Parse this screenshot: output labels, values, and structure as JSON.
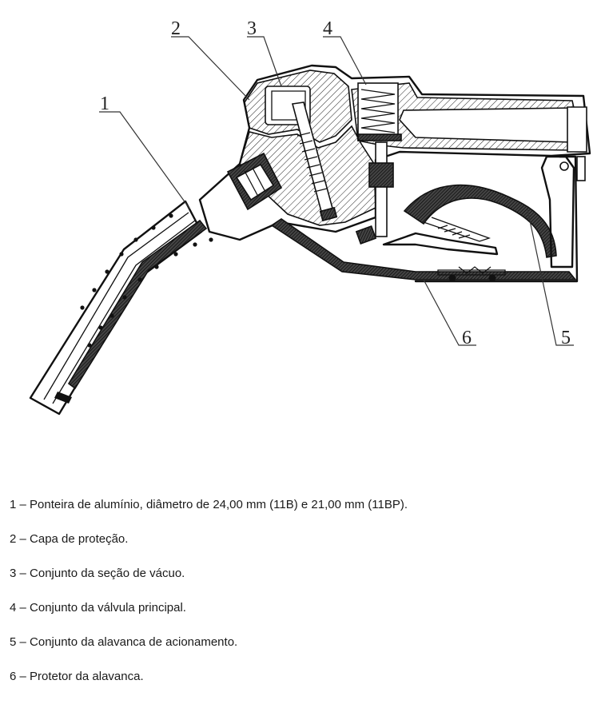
{
  "diagram": {
    "callouts": [
      {
        "id": "1",
        "label": "1"
      },
      {
        "id": "2",
        "label": "2"
      },
      {
        "id": "3",
        "label": "3"
      },
      {
        "id": "4",
        "label": "4"
      },
      {
        "id": "5",
        "label": "5"
      },
      {
        "id": "6",
        "label": "6"
      }
    ]
  },
  "legend": [
    {
      "text": "1 – Ponteira de alumínio, diâmetro de 24,00 mm (11B) e 21,00 mm (11BP)."
    },
    {
      "text": "2 – Capa de proteção."
    },
    {
      "text": "3 – Conjunto da seção de vácuo."
    },
    {
      "text": "4 – Conjunto da válvula principal."
    },
    {
      "text": "5 – Conjunto da alavanca de acionamento."
    },
    {
      "text": "6 – Protetor da alavanca."
    }
  ]
}
